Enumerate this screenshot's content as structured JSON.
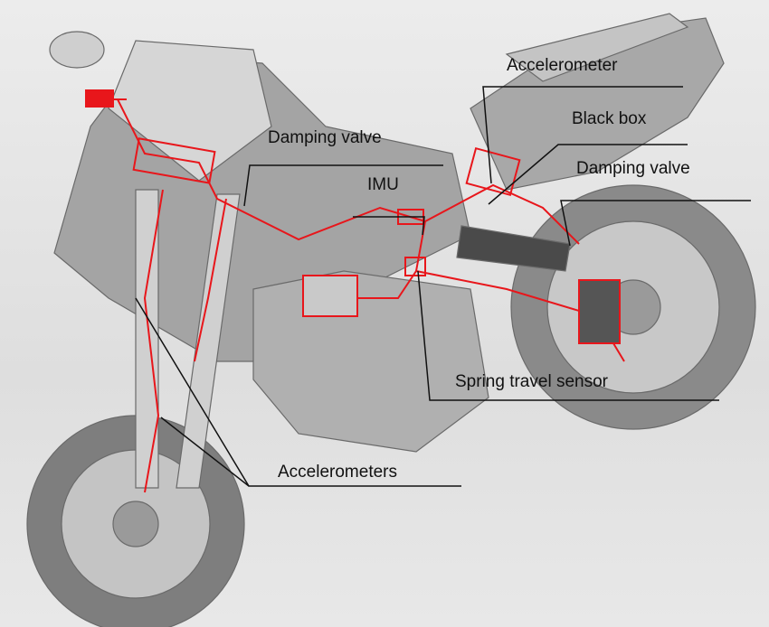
{
  "labels": {
    "accelerometer": "Accelerometer",
    "black_box": "Black box",
    "damping_valve_front": "Damping valve",
    "imu": "IMU",
    "damping_valve_rear": "Damping valve",
    "spring_travel_sensor": "Spring travel sensor",
    "accelerometers": "Accelerometers"
  },
  "colors": {
    "wiring": "#e8161b",
    "leader": "#111111",
    "body": "#9a9a9a"
  }
}
